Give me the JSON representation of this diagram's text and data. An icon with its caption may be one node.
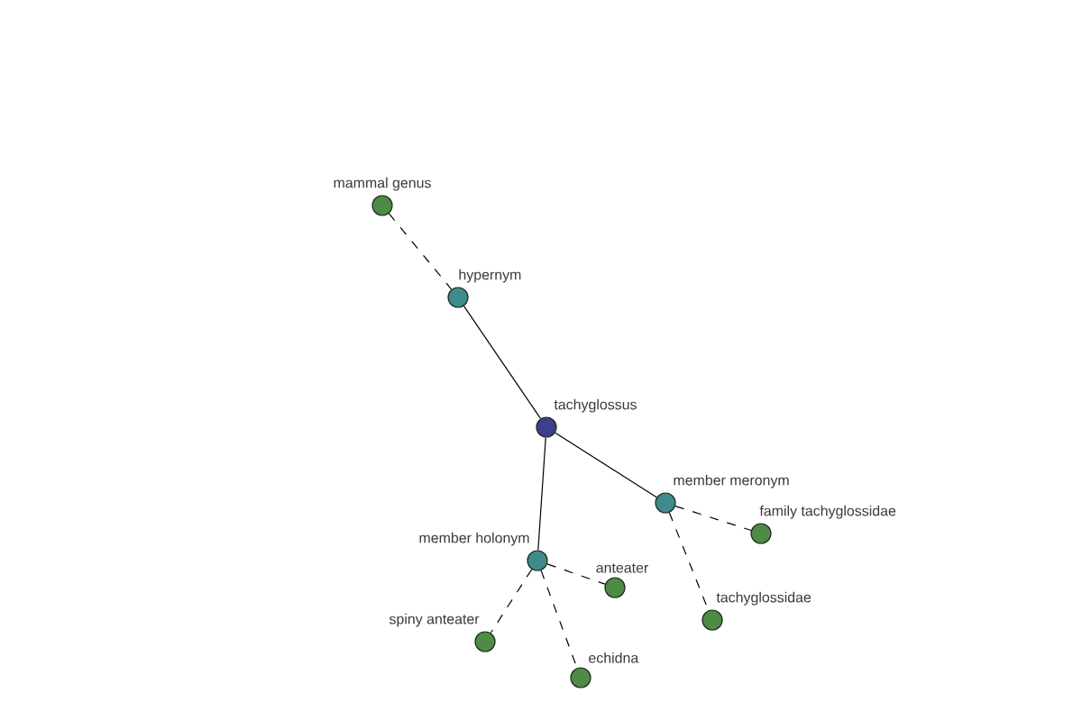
{
  "diagram": {
    "nodes": [
      {
        "text": [
          "mammal genus"
        ]
      },
      {
        "text": [
          "hypernym"
        ]
      },
      {
        "text": [
          "tachyglossus"
        ]
      },
      {
        "text": [
          "member meronym"
        ]
      },
      {
        "text": [
          "family tachyglossidae"
        ]
      },
      {
        "text": [
          "member holonym"
        ]
      },
      {
        "text": [
          "anteater"
        ]
      },
      {
        "text": [
          "tachyglossidae"
        ]
      },
      {
        "text": [
          "spiny anteater"
        ]
      },
      {
        "text": [
          "echidna"
        ]
      }
    ],
    "edges": [
      {
        "from": 0,
        "to": 1,
        "arrow": "none",
        "style": "dashed"
      },
      {
        "from": 1,
        "to": 2,
        "arrow": "none"
      },
      {
        "from": 2,
        "to": 3,
        "arrow": "none"
      },
      {
        "from": 2,
        "to": 5,
        "arrow": "none"
      },
      {
        "from": 3,
        "to": 4,
        "arrow": "none",
        "style": "dashed"
      },
      {
        "from": 3,
        "to": 7,
        "arrow": "none",
        "style": "dashed"
      },
      {
        "from": 5,
        "to": 6,
        "arrow": "none",
        "style": "dashed"
      },
      {
        "from": 5,
        "to": 8,
        "arrow": "none",
        "style": "dashed"
      },
      {
        "from": 5,
        "to": 9,
        "arrow": "none",
        "style": "dashed"
      }
    ]
  }
}
